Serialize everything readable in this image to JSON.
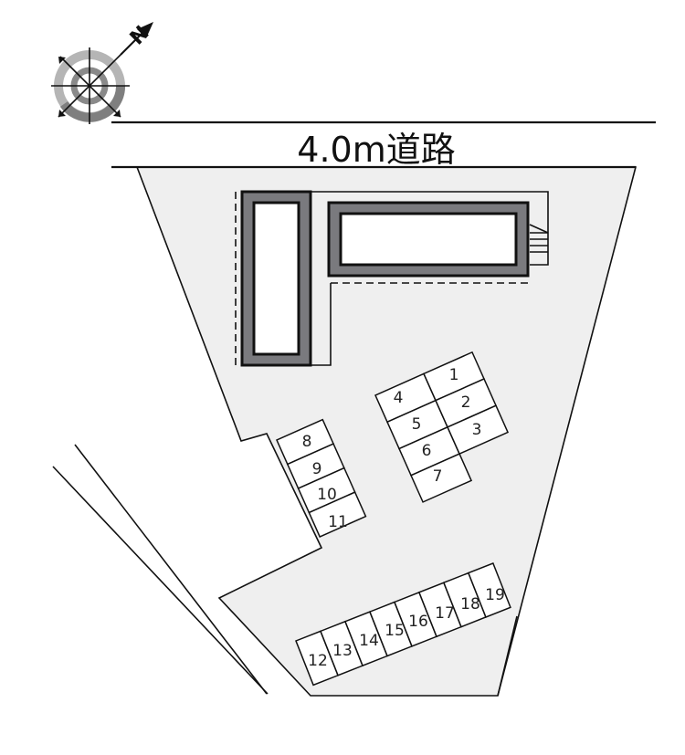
{
  "road": {
    "label": "4.0m道路",
    "width_m": "4.0"
  },
  "compass": {
    "icon": "north-arrow-compass",
    "north_label": "N",
    "direction": "north-east"
  },
  "buildings": [
    {
      "name": "building-west",
      "orientation": "vertical"
    },
    {
      "name": "building-north",
      "orientation": "horizontal"
    }
  ],
  "stairs": {
    "icon": "stairs-icon"
  },
  "parking": {
    "group_a": [
      "1",
      "2",
      "3",
      "4",
      "5",
      "6",
      "7"
    ],
    "group_b": [
      "8",
      "9",
      "10",
      "11"
    ],
    "group_c": [
      "12",
      "13",
      "14",
      "15",
      "16",
      "17",
      "18",
      "19"
    ]
  },
  "colors": {
    "lot_fill": "#efefef",
    "building_wall": "#7a7a7e",
    "compass_outer": "#b5b5b5",
    "compass_inner": "#7f7f7f",
    "line": "#111111"
  }
}
